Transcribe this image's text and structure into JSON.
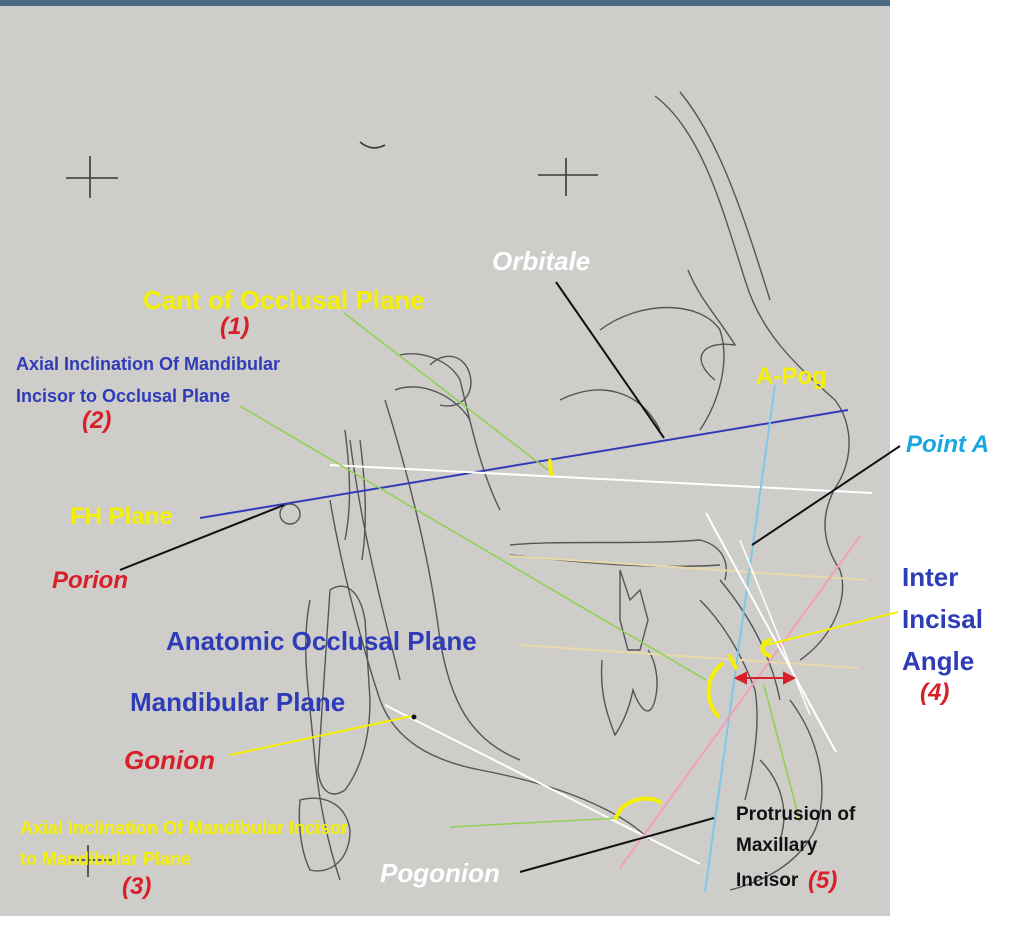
{
  "colors": {
    "yellow": "#f5f000",
    "blue": "#2e3cb8",
    "red": "#d8202a",
    "cyan": "#1aa6e0",
    "white": "#ffffff",
    "black": "#111111",
    "green": "#8fd14f",
    "pink": "#f2a0b8",
    "tan": "#e9d9a8",
    "paper": "#cfcdca"
  },
  "labels": {
    "orbitale": "Orbitale",
    "cant_title": "Cant of Occlusal Plane",
    "cant_num": "(1)",
    "axial_occ_line1": "Axial Inclination Of Mandibular",
    "axial_occ_line2": "Incisor to Occlusal Plane",
    "axial_occ_num": "(2)",
    "a_pog": "A-Pog",
    "point_a": "Point A",
    "fh_plane": "FH Plane",
    "porion": "Porion",
    "inter_line1": "Inter",
    "inter_line2": "Incisal",
    "inter_line3": "Angle",
    "inter_num": "(4)",
    "anatomic_occ": "Anatomic Occlusal Plane",
    "mandibular_plane": "Mandibular Plane",
    "gonion": "Gonion",
    "axial_mand_line1": "Axial Inclination Of Mandibular Incisor",
    "axial_mand_line2": "to Mandibular Plane",
    "axial_mand_num": "(3)",
    "pogonion": "Pogonion",
    "protrusion_line1": "Protrusion of",
    "protrusion_line2": "Maxillary",
    "protrusion_line3": "Incisor",
    "protrusion_num": "(5)"
  }
}
